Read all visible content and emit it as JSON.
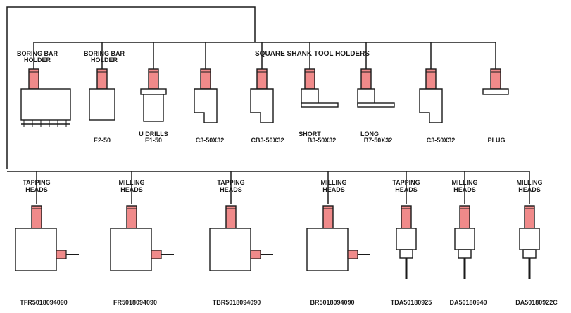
{
  "diagram": {
    "group_title": "SQUARE  SHANK  TOOL  HOLDERS",
    "colors": {
      "line": "#1a1a1a",
      "accent": "#f08a8a",
      "background": "#ffffff"
    },
    "top_row": [
      {
        "label_top": [
          "BORING BAR",
          "HOLDER"
        ],
        "code": ""
      },
      {
        "label_top": [
          "BORING BAR",
          "HOLDER"
        ],
        "code": "E2-50"
      },
      {
        "label_top": [],
        "label_bottom": "U DRILLS",
        "code": "E1-50"
      },
      {
        "label_top": [],
        "code": "C3-50X32"
      },
      {
        "label_top": [],
        "code": "CB3-50X32"
      },
      {
        "label_top": [],
        "label_bottom": "SHORT",
        "code": "B3-50X32"
      },
      {
        "label_top": [],
        "label_bottom": "LONG",
        "code": "B7-50X32"
      },
      {
        "label_top": [],
        "code": "C3-50X32"
      },
      {
        "label_top": [],
        "code": "PLUG"
      }
    ],
    "bottom_row": [
      {
        "label": [
          "TAPPING",
          "HEADS"
        ],
        "code": "TFR5018094090"
      },
      {
        "label": [
          "MILLING",
          "HEADS"
        ],
        "code": "FR5018094090"
      },
      {
        "label": [
          "TAPPING",
          "HEADS"
        ],
        "code": "TBR5018094090"
      },
      {
        "label": [
          "MILLING",
          "HEADS"
        ],
        "code": "BR5018094090"
      },
      {
        "label": [
          "TAPPING",
          "HEADS"
        ],
        "code": "TDA50180925"
      },
      {
        "label": [
          "MILLING",
          "HEADS"
        ],
        "code": "DA50180940"
      },
      {
        "label": [
          "MILLING",
          "HEADS"
        ],
        "code": "DA50180922C"
      }
    ]
  }
}
